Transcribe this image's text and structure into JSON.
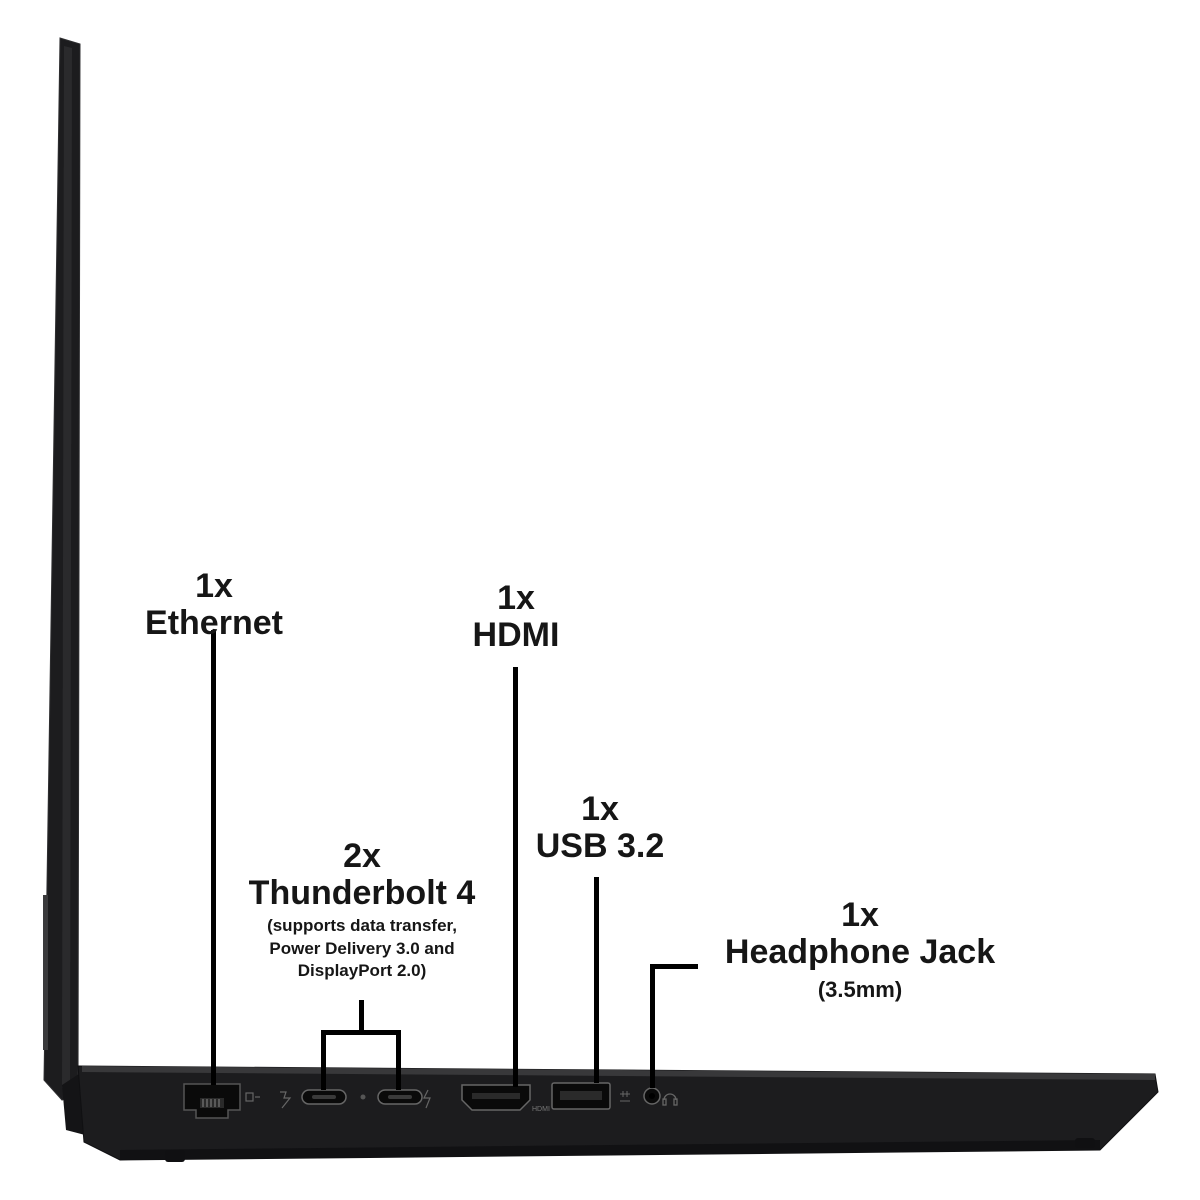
{
  "labels": {
    "ethernet": {
      "count": "1x",
      "name": "Ethernet"
    },
    "thunderbolt": {
      "count": "2x",
      "name": "Thunderbolt 4",
      "note_line1": "(supports data transfer,",
      "note_line2": "Power Delivery 3.0 and",
      "note_line3": "DisplayPort 2.0)"
    },
    "hdmi": {
      "count": "1x",
      "name": "HDMI"
    },
    "usb": {
      "count": "1x",
      "name": "USB 3.2"
    },
    "headphone": {
      "count": "1x",
      "name": "Headphone Jack",
      "note": "(3.5mm)"
    }
  },
  "chassis_marks": {
    "hdmi_mark": "HDMI"
  },
  "colors": {
    "chassis": "#1c1c1e",
    "chassis_edge": "#3a3a3c",
    "port": "#0a0a0a",
    "leader": "#000000",
    "text": "#161616"
  }
}
